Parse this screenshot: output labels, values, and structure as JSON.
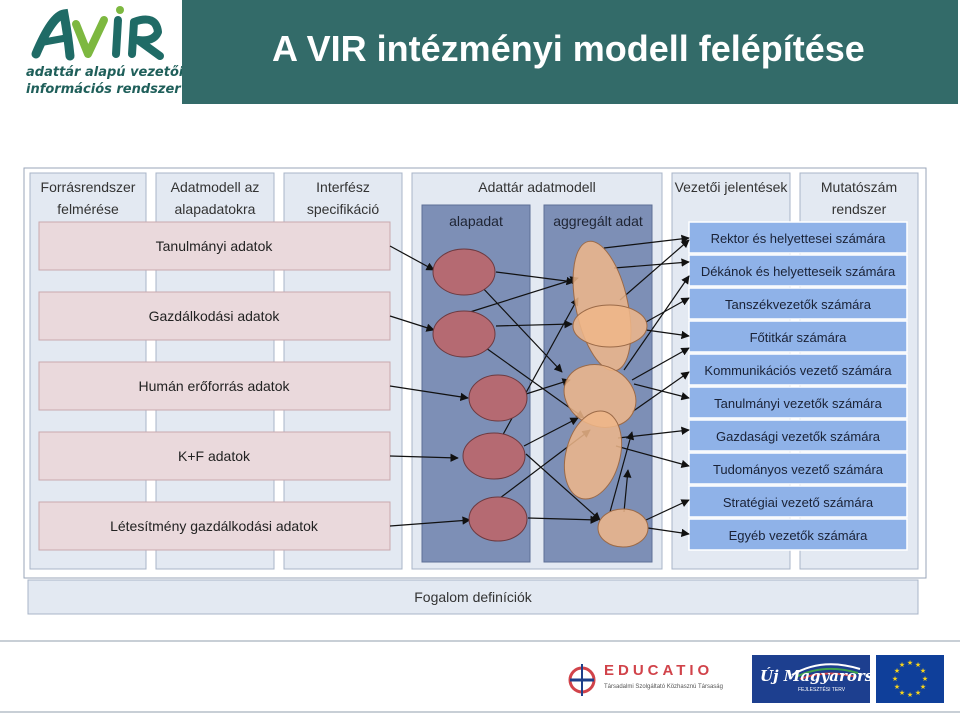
{
  "header": {
    "title": "A VIR intézményi modell felépítése",
    "logo_text": "AVIR",
    "logo_sub_line1": "adattár alapú vezetői",
    "logo_sub_line2": "információs rendszer"
  },
  "colors": {
    "title_bar": "#336b69",
    "column_bg": "#e3e9f2",
    "source_row": "#ead9dc",
    "warehouse_inner": "#7d8fb6",
    "report_box": "#8fb2e8",
    "basic_node": "#b56a72",
    "aggregate_node": "#f0b789"
  },
  "diagram": {
    "columns": [
      {
        "id": "forras",
        "label_line1": "Forrásrendszer",
        "label_line2": "felmérése"
      },
      {
        "id": "adatmodell",
        "label_line1": "Adatmodell az",
        "label_line2": "alapadatokra"
      },
      {
        "id": "interfesz",
        "label_line1": "Interfész",
        "label_line2": "specifikáció"
      },
      {
        "id": "adattar",
        "label_line1": "Adattár adatmodell",
        "label_line2": ""
      },
      {
        "id": "jelentesek",
        "label_line1": "Vezetői jelentések",
        "label_line2": ""
      },
      {
        "id": "mutatoszam",
        "label_line1": "Mutatószám",
        "label_line2": "rendszer"
      }
    ],
    "warehouse_sections": [
      "alapadat",
      "aggregált adat"
    ],
    "source_rows": [
      "Tanulmányi adatok",
      "Gazdálkodási adatok",
      "Humán erőforrás adatok",
      "K+F adatok",
      "Létesítmény gazdálkodási adatok"
    ],
    "reports": [
      "Rektor és helyettesei számára",
      "Dékánok és helyetteseik számára",
      "Tanszékvezetők  számára",
      "Főtitkár számára",
      "Kommunikációs vezető számára",
      "Tanulmányi vezetők számára",
      "Gazdasági vezetők számára",
      "Tudományos vezető számára",
      "Stratégiai vezető számára",
      "Egyéb vezetők számára"
    ],
    "footer_bar": "Fogalom definíciók"
  },
  "footer": {
    "educatio": "EDUCATIO",
    "educatio_sub": "Társadalmi Szolgáltató Közhasznú Társaság",
    "uj_magyarorszag": "Új Magyarország",
    "fejlesztesi_terv": "FEJLESZTÉSI TERV"
  }
}
